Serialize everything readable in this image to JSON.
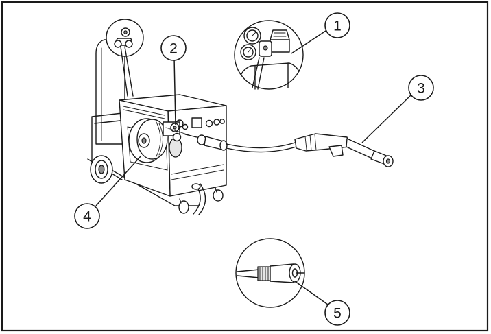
{
  "diagram": {
    "callouts": [
      {
        "id": 1,
        "label": "1"
      },
      {
        "id": 2,
        "label": "2"
      },
      {
        "id": 3,
        "label": "3"
      },
      {
        "id": 4,
        "label": "4"
      },
      {
        "id": 5,
        "label": "5"
      }
    ]
  },
  "colors": {
    "ink": "#1a1a1a",
    "background": "#ffffff",
    "frame": "#1a1a1a"
  }
}
